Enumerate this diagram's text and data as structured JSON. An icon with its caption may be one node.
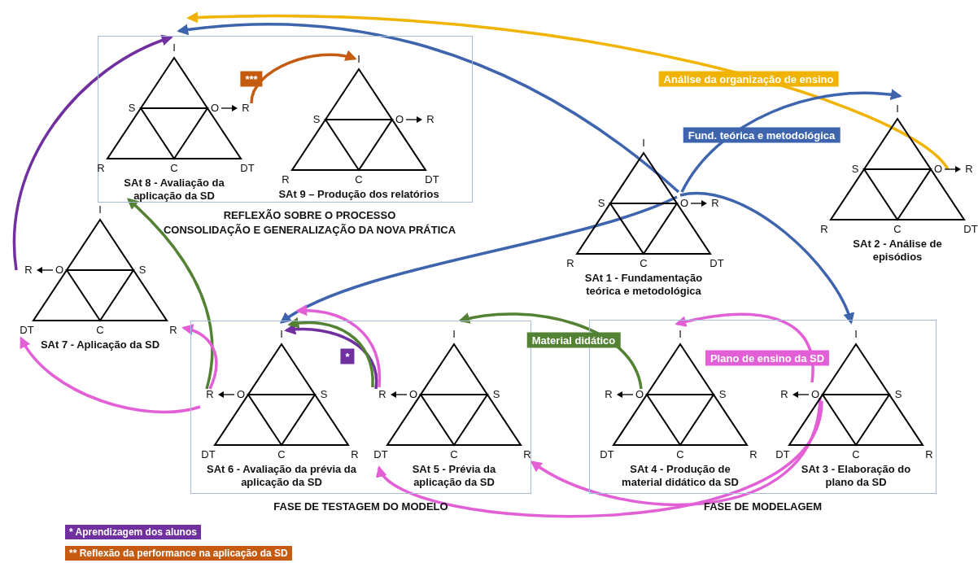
{
  "diagram": {
    "nodes": [
      {
        "text": [
          "REFLEXÃO SOBRE O PROCESSO",
          "CONSOLIDAÇÃO E GENERALIZAÇÃO DA NOVA PRÁTICA"
        ]
      },
      {
        "text": [
          "I",
          "S",
          "O",
          "R",
          "R",
          "C",
          "DT",
          "SAt 8 - Avaliação da aplicação da SD"
        ],
        "in": 0
      },
      {
        "text": [
          "I",
          "S",
          "O",
          "R",
          "R",
          "C",
          "DT",
          "SAt 9 – Produção dos relatórios"
        ],
        "in": 0
      },
      {
        "text": [
          "I",
          "S",
          "O",
          "R",
          "R",
          "C",
          "DT",
          "SAt 1 - Fundamentação teórica e metodológica"
        ]
      },
      {
        "text": [
          "I",
          "S",
          "O",
          "R",
          "R",
          "C",
          "DT",
          "SAt 2 - Análise de episódios"
        ]
      },
      {
        "text": [
          "I",
          "R",
          "O",
          "S",
          "DT",
          "C",
          "R",
          "SAt 7 - Aplicação da SD"
        ]
      },
      {
        "text": [
          "FASE DE TESTAGEM DO MODELO"
        ]
      },
      {
        "text": [
          "I",
          "R",
          "O",
          "S",
          "DT",
          "C",
          "R",
          "SAt 6 - Avaliação da prévia da aplicação da SD"
        ],
        "in": 6
      },
      {
        "text": [
          "I",
          "R",
          "O",
          "S",
          "DT",
          "C",
          "R",
          "SAt 5 - Prévia da aplicação da SD"
        ],
        "in": 6
      },
      {
        "text": [
          "FASE DE MODELAGEM"
        ]
      },
      {
        "text": [
          "I",
          "R",
          "O",
          "S",
          "DT",
          "C",
          "R",
          "SAt 4 - Produção de material didático da SD"
        ],
        "in": 9
      },
      {
        "text": [
          "I",
          "R",
          "O",
          "S",
          "DT",
          "C",
          "R",
          "SAt 3 - Elaboração do plano da SD"
        ],
        "in": 9
      }
    ],
    "edges": [
      {
        "from": 4,
        "to": 1,
        "arrow": "to",
        "label": "Análise da organização de ensino",
        "color": "#f0b400"
      },
      {
        "from": 3,
        "to": 1,
        "arrow": "to",
        "color": "#3d64ad"
      },
      {
        "from": 3,
        "to": 4,
        "arrow": "to",
        "label": "Fund. teórica e metodológica",
        "color": "#3d64ad"
      },
      {
        "from": 3,
        "to": 7,
        "arrow": "to",
        "color": "#3d64ad"
      },
      {
        "from": 3,
        "to": 11,
        "arrow": "to",
        "color": "#3d64ad"
      },
      {
        "from": 1,
        "to": 2,
        "arrow": "to",
        "label": "***",
        "color": "#c55a11"
      },
      {
        "from": 5,
        "to": 1,
        "arrow": "to",
        "color": "#7030a0"
      },
      {
        "from": 8,
        "to": 7,
        "arrow": "to",
        "label": "*",
        "color": "#7030a0"
      },
      {
        "from": 10,
        "to": 8,
        "arrow": "to",
        "label": "Material didático",
        "color": "#548235"
      },
      {
        "from": 7,
        "to": 5,
        "arrow": "to",
        "color": "#548235"
      },
      {
        "from": 8,
        "to": 7,
        "arrow": "to",
        "color": "#548235"
      },
      {
        "from": 11,
        "to": 10,
        "arrow": "to",
        "label": "Plano de ensino da SD"
      },
      {
        "from": 11,
        "to": 8,
        "arrow": "to"
      },
      {
        "from": 11,
        "to": 8,
        "arrow": "to"
      },
      {
        "from": 8,
        "to": 7,
        "arrow": "to"
      },
      {
        "from": 7,
        "to": 5,
        "arrow": "to"
      },
      {
        "from": 7,
        "to": 5,
        "arrow": "to"
      }
    ],
    "legend": [
      {
        "text": "* Aprendizagem dos alunos",
        "color": "#7030a0"
      },
      {
        "text": "** Reflexão da performance na aplicação da SD",
        "color": "#c55a11"
      }
    ]
  }
}
